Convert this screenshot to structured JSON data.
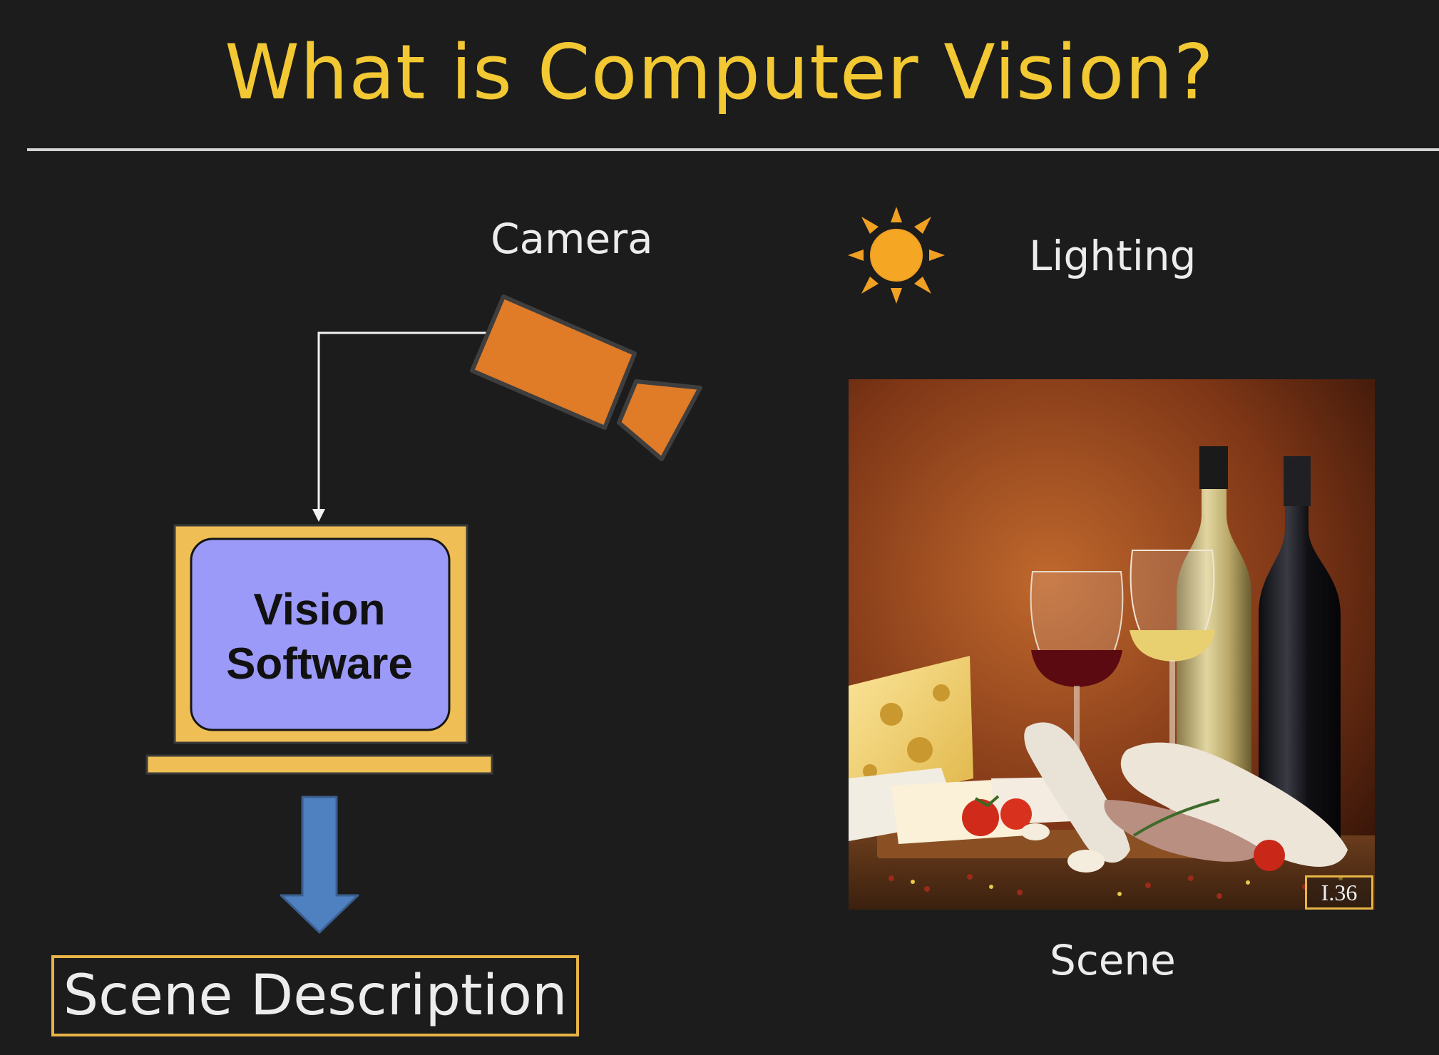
{
  "slide": {
    "title": "What is Computer Vision?"
  },
  "diagram": {
    "camera_label": "Camera",
    "lighting_label": "Lighting",
    "software_line1": "Vision",
    "software_line2": "Software",
    "output_label": "Scene Description",
    "scene_label": "Scene",
    "image_badge": "I.36"
  },
  "icons": {
    "camera": "video-camera-icon",
    "sun": "sun-icon",
    "monitor": "laptop-icon",
    "output_arrow": "arrow-down-icon"
  },
  "colors": {
    "background": "#1c1c1c",
    "title": "#f2c833",
    "camera": "#e07b28",
    "sun": "#f0a023",
    "laptop": "#efbf55",
    "screen": "#9b9af8",
    "arrow": "#4f80c0",
    "box_border": "#e8b445"
  }
}
